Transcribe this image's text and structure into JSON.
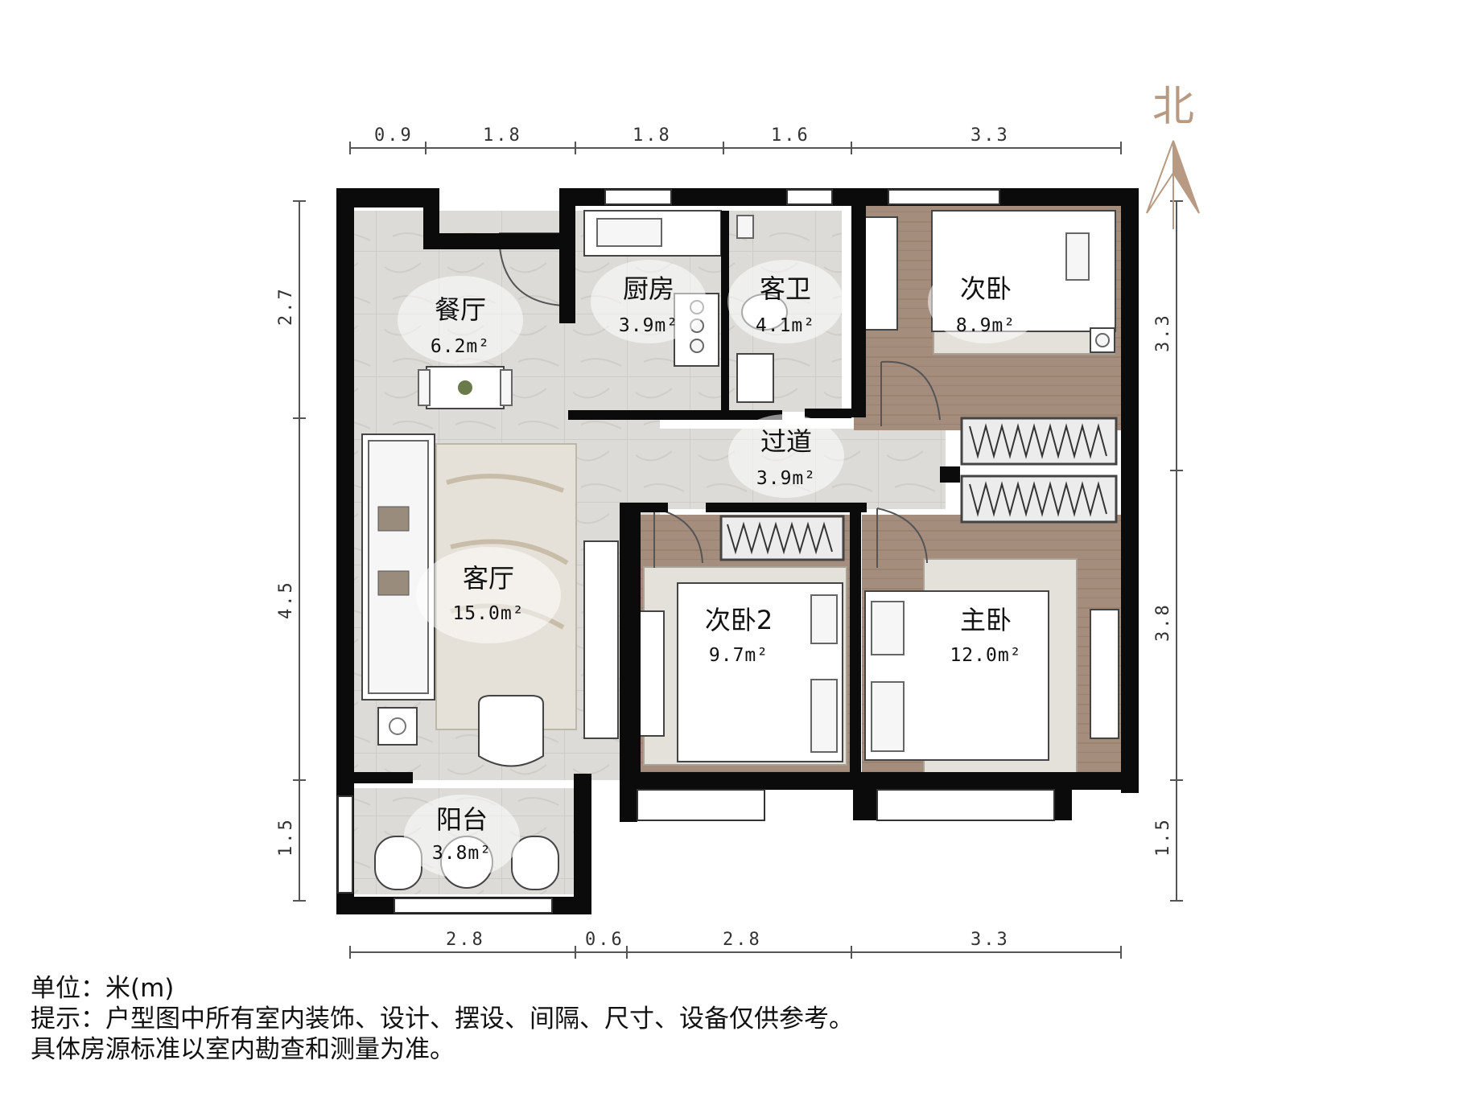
{
  "compass": {
    "label": "北",
    "icon": "north-arrow-icon"
  },
  "dimensions": {
    "top": [
      "0.9",
      "1.8",
      "1.8",
      "1.6",
      "3.3"
    ],
    "bottom": [
      "2.8",
      "0.6",
      "2.8",
      "3.3"
    ],
    "left": [
      "2.7",
      "4.5",
      "1.5"
    ],
    "right": [
      "3.3",
      "3.8",
      "1.5"
    ]
  },
  "rooms": {
    "dining": {
      "name": "餐厅",
      "area": "6.2m²"
    },
    "kitchen": {
      "name": "厨房",
      "area": "3.9m²"
    },
    "guest_bath": {
      "name": "客卫",
      "area": "4.1m²"
    },
    "bedroom2_north": {
      "name": "次卧",
      "area": "8.9m²"
    },
    "hallway": {
      "name": "过道",
      "area": "3.9m²"
    },
    "living": {
      "name": "客厅",
      "area": "15.0m²"
    },
    "bedroom2_south": {
      "name": "次卧2",
      "area": "9.7m²"
    },
    "master": {
      "name": "主卧",
      "area": "12.0m²"
    },
    "balcony": {
      "name": "阳台",
      "area": "3.8m²"
    }
  },
  "colors": {
    "wall": "#0b0b0b",
    "tile_floor": "#d9d8d4",
    "wood_floor": "#a08a7a",
    "rug": "#e8e4dc"
  },
  "notes": {
    "unit": "单位：米(m)",
    "hint": "提示：户型图中所有室内装饰、设计、摆设、间隔、尺寸、设备仅供参考。",
    "standard": "具体房源标准以室内勘查和测量为准。"
  }
}
